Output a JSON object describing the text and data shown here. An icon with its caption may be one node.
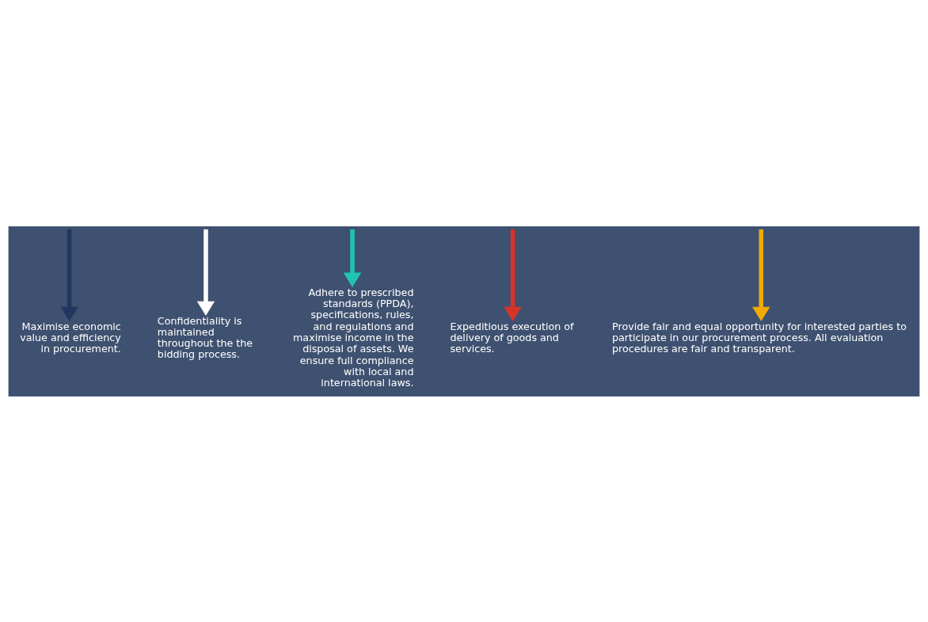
{
  "diagram": {
    "nodes": [
      {
        "text": [
          "Maximise economic value and efficiency in procurement."
        ]
      },
      {
        "text": [
          "Confidentiality is maintained throughout the the bidding process."
        ]
      },
      {
        "text": [
          "Adhere to prescribed standards (PPDA), specifications, rules, and regulations and maximise income in the disposal of assets. We ensure full compliance with local and international laws."
        ]
      },
      {
        "text": [
          "Expeditious execution of delivery of goods and services."
        ]
      },
      {
        "text": [
          "Provide fair and equal opportunity for interested parties to participate in our procurement process. All evaluation procedures are fair and transparent."
        ]
      }
    ],
    "edges": [
      {
        "from": null,
        "to": 0,
        "arrow": "to",
        "color": "#22375f"
      },
      {
        "from": null,
        "to": 1,
        "arrow": "to",
        "color": "#ffffff"
      },
      {
        "from": null,
        "to": 2,
        "arrow": "to",
        "color": "#1fc4b0"
      },
      {
        "from": null,
        "to": 3,
        "arrow": "to",
        "color": "#d63427"
      },
      {
        "from": null,
        "to": 4,
        "arrow": "to",
        "color": "#f2a900"
      }
    ]
  }
}
